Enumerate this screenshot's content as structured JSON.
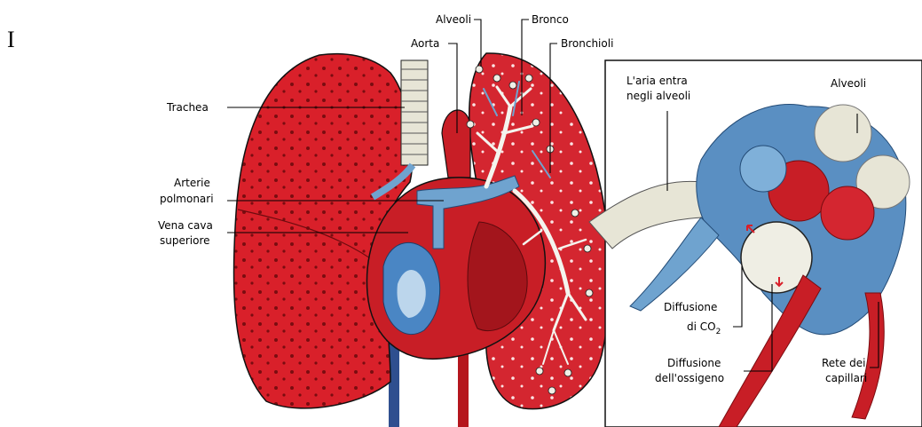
{
  "side_letter": "I",
  "labels": {
    "alveoli_top": "Alveoli",
    "bronco": "Bronco",
    "aorta": "Aorta",
    "bronchioli": "Bronchioli",
    "trachea": "Trachea",
    "arterie_1": "Arterie",
    "arterie_2": "polmonari",
    "vena_1": "Vena cava",
    "vena_2": "superiore",
    "aria_1": "L'aria entra",
    "aria_2": "negli alveoli",
    "alveoli_right": "Alveoli",
    "co2_1": "Diffusione",
    "co2_2": "di CO",
    "co2_sub": "2",
    "ossigeno_1": "Diffusione",
    "ossigeno_2": "dell'ossigeno",
    "rete_1": "Rete dei",
    "rete_2": "capillari"
  },
  "colors": {
    "lung_red": "#d9202a",
    "lung_dark": "#8e1014",
    "heart_red": "#c81e26",
    "vessel_blue": "#6fa3cf",
    "pale_blue": "#bcd6ec",
    "bone": "#e7e5d6"
  }
}
